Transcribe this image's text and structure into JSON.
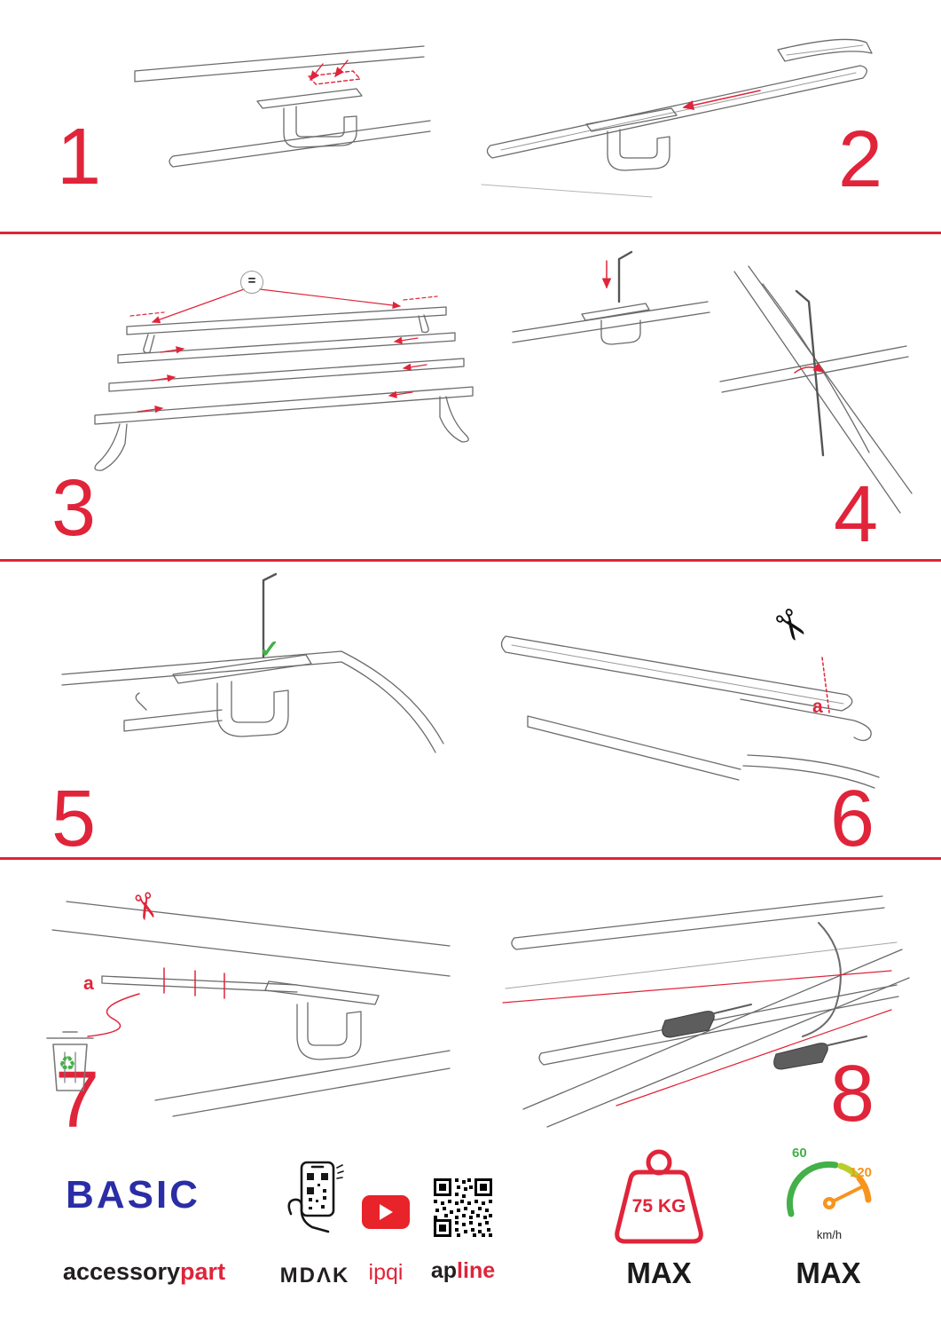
{
  "colors": {
    "accent_red": "#e0243a",
    "brand_blue": "#2b2da6",
    "youtube_red": "#e8232a",
    "gauge_green": "#43b049",
    "gauge_yellow": "#b8cf2a",
    "gauge_orange": "#f7941d",
    "check_green": "#43b049"
  },
  "steps": [
    {
      "number": "1"
    },
    {
      "number": "2"
    },
    {
      "number": "3"
    },
    {
      "number": "4"
    },
    {
      "number": "5"
    },
    {
      "number": "6"
    },
    {
      "number": "7"
    },
    {
      "number": "8"
    }
  ],
  "annotations": {
    "equals": "=",
    "check_icon": "✓",
    "scissors_icon": "✂",
    "part_label_a": "a",
    "recycle_icon": "♻"
  },
  "footer": {
    "basic": "BASIC",
    "accessory": "accessory",
    "part": "part",
    "mdak": "MDΛK",
    "ipqi": "ipqi",
    "apline_ap": "ap",
    "apline_line": "line",
    "weight_value": "75 KG",
    "weight_max": "MAX",
    "speed_60": "60",
    "speed_120": "120",
    "speed_unit": "km/h",
    "speed_max": "MAX"
  }
}
